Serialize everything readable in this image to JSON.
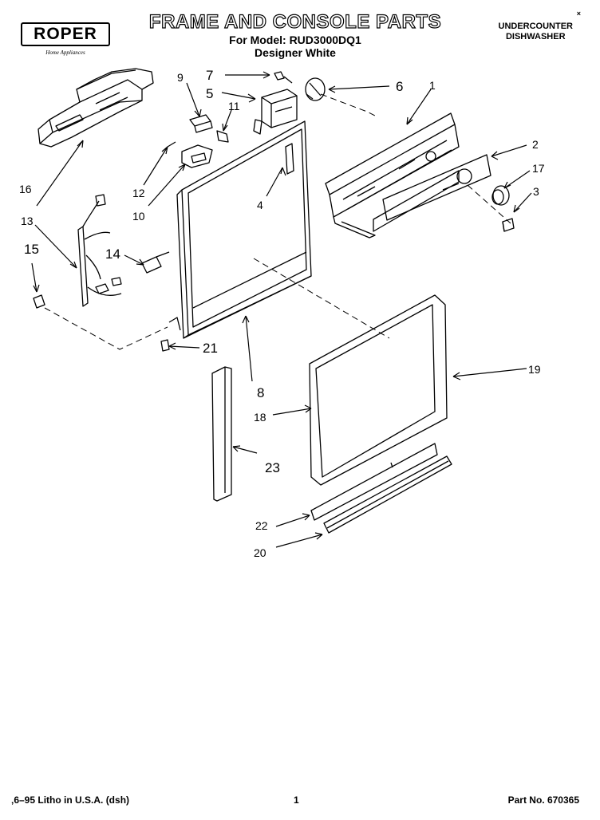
{
  "brand": {
    "name": "ROPER",
    "tagline": "Home Appliances"
  },
  "header": {
    "title": "FRAME AND CONSOLE PARTS",
    "model_line": "For Model: RUD3000DQ1",
    "color_line": "Designer White",
    "type_line1": "UNDERCOUNTER",
    "type_line2": "DISHWASHER",
    "corner_mark": "×"
  },
  "callouts": {
    "c1": "1",
    "c2": "2",
    "c3": "3",
    "c4": "4",
    "c5": "5",
    "c6": "6",
    "c7": "7",
    "c8": "8",
    "c9": "9",
    "c10": "10",
    "c11": "11",
    "c12": "12",
    "c13": "13",
    "c14": "14",
    "c15": "15",
    "c16": "16",
    "c17": "17",
    "c18": "18",
    "c19": "19",
    "c20": "20",
    "c21": "21",
    "c22": "22",
    "c23": "23"
  },
  "footer": {
    "litho": "‚6–95 Litho in U.S.A. (dsh)",
    "page": "1",
    "part_no": "Part No. 670365"
  }
}
